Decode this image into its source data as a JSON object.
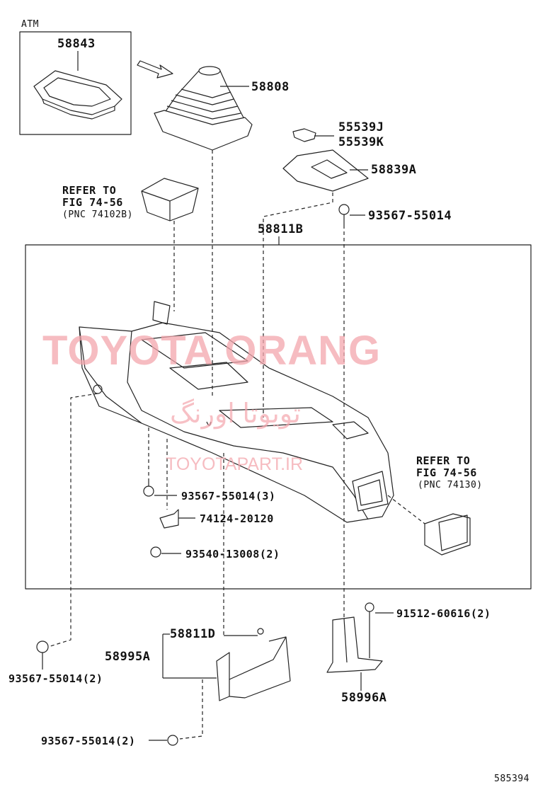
{
  "header": {
    "atm_label": "ATM"
  },
  "inset_box": {
    "part": "58843"
  },
  "parts": {
    "boot": "58808",
    "cap_j": "55539J",
    "cap_k": "55539K",
    "panel": "58839A",
    "screw_top": "93567-55014",
    "console": "58811B",
    "screw_console": "93567-55014(3)",
    "bracket_small": "74124-20120",
    "screw_small": "93540-13008(2)",
    "screw_left": "93567-55014(2)",
    "bracket_left_sub": "58811D",
    "bracket_left": "58995A",
    "screw_bottom": "93567-55014(2)",
    "bolt_right": "91512-60616(2)",
    "bracket_right": "58996A"
  },
  "refer_top": {
    "line1": "REFER TO",
    "line2": "FIG 74-56",
    "line3": "(PNC 74102B)"
  },
  "refer_right": {
    "line1": "REFER TO",
    "line2": "FIG 74-56",
    "line3": "(PNC 74130)"
  },
  "watermark": {
    "main": "TOYOTA ORANG",
    "persian": "تویوتا اورنگ",
    "url": "TOYOTAPART.IR",
    "color": "#f4a6ad"
  },
  "footer": {
    "code": "585394"
  }
}
